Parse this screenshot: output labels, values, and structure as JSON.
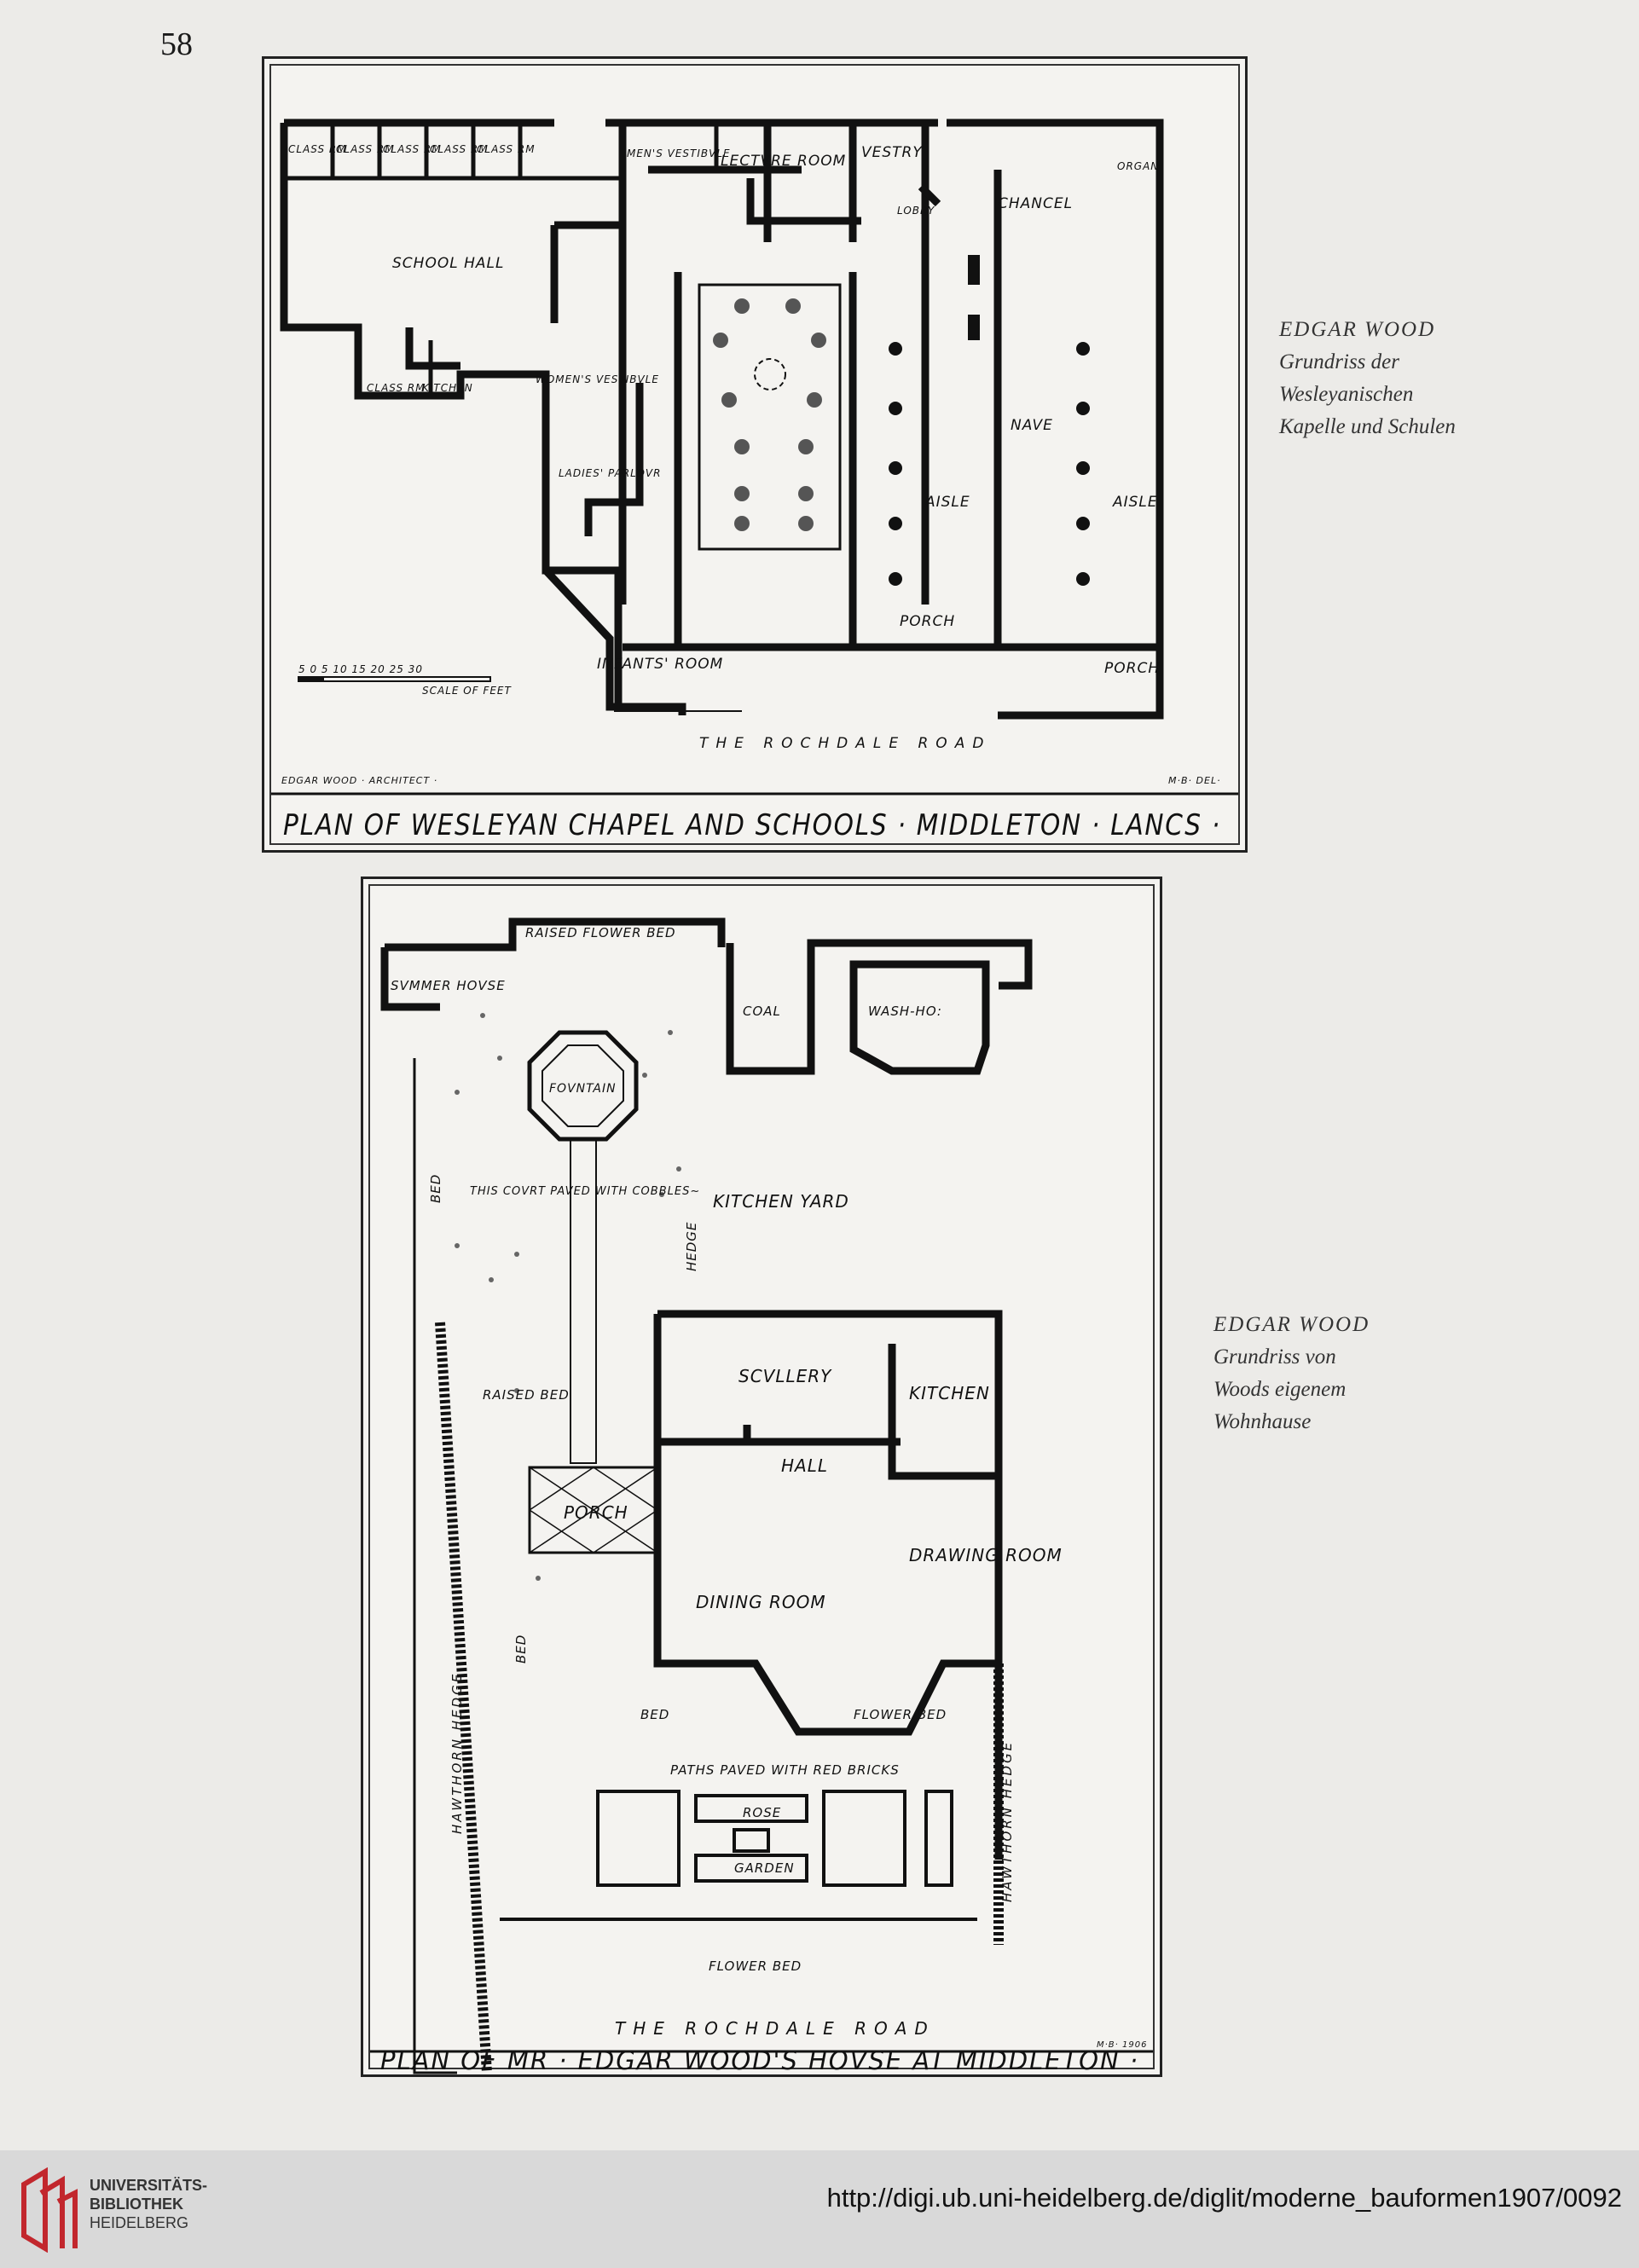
{
  "page_number": "58",
  "plan1": {
    "rooms": {
      "class_rm": [
        "CLASS RM",
        "CLASS RM",
        "CLASS RM",
        "CLASS RM",
        "CLASS RM"
      ],
      "mens_vestibule": "MEN'S VESTIBVLE",
      "lecture_room": "LECTVRE ROOM",
      "vestry": "VESTRY",
      "organ": "ORGAN",
      "lobby": "LOBBY",
      "chancel": "CHANCEL",
      "school_hall": "SCHOOL HALL",
      "class_rm_lower": "CLASS RM",
      "kitchen": "KITCHEN",
      "womens_vestibule": "WOMEN'S VESTIBVLE",
      "ladies_parlour": "LADIES' PARLOVR",
      "nave": "NAVE",
      "aisle_left": "AISLE",
      "aisle_right": "AISLE",
      "porch_mid": "PORCH",
      "porch_right": "PORCH",
      "infants_room": "INFANTS' ROOM"
    },
    "scale_numbers": "5 0 5 10 15 20 25 30",
    "scale_label": "SCALE OF FEET",
    "road": "THE ROCHDALE ROAD",
    "architect": "EDGAR WOOD · ARCHITECT ·",
    "delineator": "M·B· DEL·",
    "caption": "PLAN OF WESLEYAN CHAPEL AND SCHOOLS · MIDDLETON · LANCS ·"
  },
  "side_caption_1": {
    "line1": "EDGAR WOOD",
    "line2": "Grundriss der",
    "line3": "Wesleyanischen",
    "line4": "Kapelle und Schulen"
  },
  "plan2": {
    "labels": {
      "summer_house": "SVMMER HOVSE",
      "raised_flower_bed": "RAISED FLOWER BED",
      "coal": "COAL",
      "wash_house": "WASH-HO:",
      "fountain": "FOVNTAIN",
      "bed_left": "BED",
      "court": "THIS COVRT PAVED WITH COBBLES~",
      "hedge": "HEDGE",
      "kitchen_yard": "KITCHEN YARD",
      "raised_bed": "RAISED BED",
      "scullery": "SCVLLERY",
      "kitchen": "KITCHEN",
      "hall": "HALL",
      "porch": "PORCH",
      "dining_room": "DINING ROOM",
      "drawing_room": "DRAWING ROOM",
      "bed_vertical": "BED",
      "hawthorn_left": "HAWTHORN HEDGE",
      "bed_bottom": "BED",
      "flower_bed_upper": "FLOWER BED",
      "paths": "PATHS PAVED WITH RED BRICKS",
      "rose": "ROSE",
      "garden": "GARDEN",
      "hawthorn_right": "HAWTHORN HEDGE",
      "flower_bed_lower": "FLOWER BED"
    },
    "road": "THE ROCHDALE ROAD",
    "delineator": "M·B· 1906",
    "caption": "PLAN OF MR · EDGAR WOOD'S HOVSE AT MIDDLETON ·"
  },
  "side_caption_2": {
    "line1": "EDGAR WOOD",
    "line2": "Grundriss von",
    "line3": "Woods eigenem",
    "line4": "Wohnhause"
  },
  "footer": {
    "logo_line1": "UNIVERSITÄTS-",
    "logo_line2": "BIBLIOTHEK",
    "logo_line3": "HEIDELBERG",
    "url": "http://digi.ub.uni-heidelberg.de/diglit/moderne_bauformen1907/0092"
  }
}
